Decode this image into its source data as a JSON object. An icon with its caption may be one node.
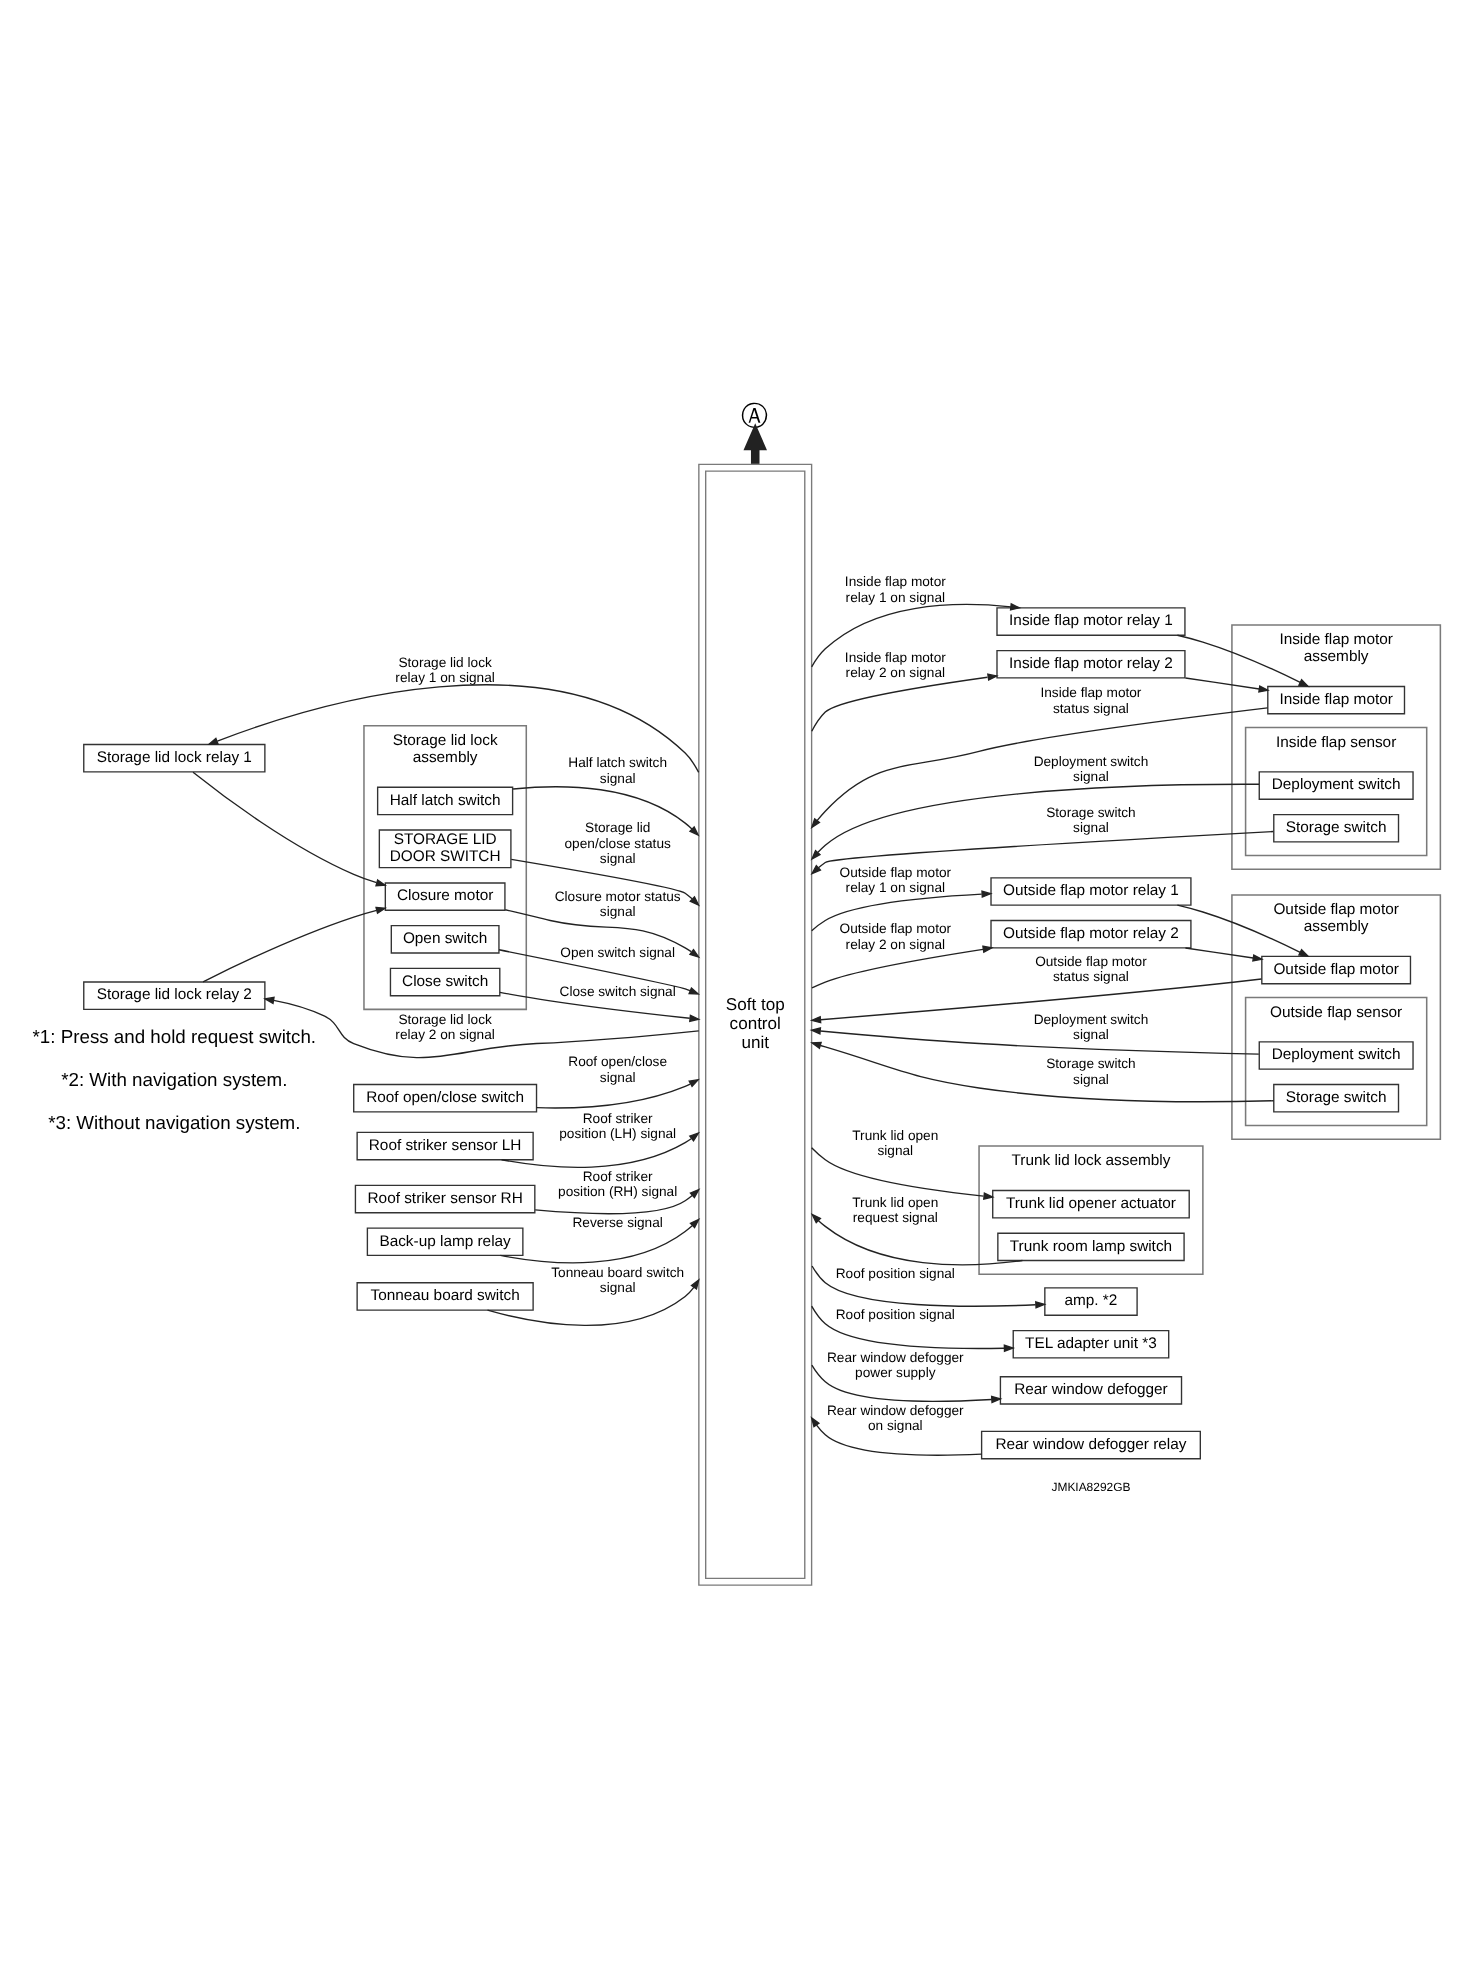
{
  "diagram": {
    "nodes": [
      {
        "text": [
          "Ⓐ"
        ]
      },
      {
        "text": [
          "Soft top control unit"
        ]
      },
      {
        "text": [
          "Storage lid lock relay 1"
        ]
      },
      {
        "text": [
          "Storage lid lock relay 2"
        ]
      },
      {
        "text": [
          "Storage lid lock assembly"
        ]
      },
      {
        "text": [
          "Closure motor"
        ],
        "in": 4
      },
      {
        "text": [
          "Open switch"
        ],
        "in": 4
      },
      {
        "text": [
          "Close switch"
        ],
        "in": 4
      },
      {
        "text": [
          "Half latch switch"
        ],
        "in": 4
      },
      {
        "text": [
          "STORAGE LID DOOR SWITCH"
        ],
        "in": 4
      },
      {
        "text": [
          "Roof open/close switch"
        ]
      },
      {
        "text": [
          "Roof striker sensor LH"
        ]
      },
      {
        "text": [
          "Roof striker sensor RH"
        ]
      },
      {
        "text": [
          "Back-up lamp relay"
        ]
      },
      {
        "text": [
          "Tonneau board switch"
        ]
      },
      {
        "text": [
          "Inside flap motor relay 1"
        ]
      },
      {
        "text": [
          "Inside flap motor relay 2"
        ]
      },
      {
        "text": [
          "Inside flap motor assembly"
        ]
      },
      {
        "text": [
          "Inside flap motor"
        ],
        "in": 17
      },
      {
        "text": [
          "Inside flap sensor"
        ],
        "in": 17
      },
      {
        "text": [
          "Deployment switch"
        ],
        "in": 19
      },
      {
        "text": [
          "Storage switch"
        ],
        "in": 19
      },
      {
        "text": [
          "Outside flap motor relay 1"
        ]
      },
      {
        "text": [
          "Outside flap motor relay 2"
        ]
      },
      {
        "text": [
          "Outside flap motor assembly"
        ]
      },
      {
        "text": [
          "Outside flap motor"
        ],
        "in": 24
      },
      {
        "text": [
          "Outside flap sensor"
        ],
        "in": 24
      },
      {
        "text": [
          "Deployment switch"
        ],
        "in": 26
      },
      {
        "text": [
          "Storage switch"
        ],
        "in": 26
      },
      {
        "text": [
          "Trunk lid lock assembly"
        ]
      },
      {
        "text": [
          "Trunk room lamp switch"
        ],
        "in": 29
      },
      {
        "text": [
          "Trunk lid opener actuator"
        ],
        "in": 29
      },
      {
        "text": [
          "amp. *2"
        ]
      },
      {
        "text": [
          "TEL adapter unit *3"
        ]
      },
      {
        "text": [
          "Rear window defogger relay"
        ]
      },
      {
        "text": [
          "Rear window defogger"
        ]
      }
    ],
    "edges": [
      {
        "from": 1,
        "to": 0,
        "arrow": "to",
        "style": "thick"
      },
      {
        "from": 1,
        "to": 2,
        "arrow": "to",
        "label": "Storage lid lock relay 1 on signal"
      },
      {
        "from": 1,
        "to": 3,
        "arrow": "to",
        "label": "Storage lid lock relay 2 on signal"
      },
      {
        "from": 2,
        "to": 5,
        "arrow": "to"
      },
      {
        "from": 3,
        "to": 5,
        "arrow": "to"
      },
      {
        "from": 5,
        "to": 1,
        "arrow": "to",
        "label": "Closure motor status signal"
      },
      {
        "from": 6,
        "to": 1,
        "arrow": "to",
        "label": "Open switch signal"
      },
      {
        "from": 7,
        "to": 1,
        "arrow": "to",
        "label": "Close switch signal"
      },
      {
        "from": 8,
        "to": 1,
        "arrow": "to",
        "label": "Half latch switch signal"
      },
      {
        "from": 9,
        "to": 1,
        "arrow": "to",
        "label": "Storage lid open/close status signal"
      },
      {
        "from": 10,
        "to": 1,
        "arrow": "to",
        "label": "Roof open/close signal"
      },
      {
        "from": 11,
        "to": 1,
        "arrow": "to",
        "label": "Roof striker position (LH) signal"
      },
      {
        "from": 12,
        "to": 1,
        "arrow": "to",
        "label": "Roof striker position (RH) signal"
      },
      {
        "from": 13,
        "to": 1,
        "arrow": "to",
        "label": "Reverse signal"
      },
      {
        "from": 14,
        "to": 1,
        "arrow": "to",
        "label": "Tonneau board switch signal"
      },
      {
        "from": 1,
        "to": 15,
        "arrow": "to",
        "label": "Inside flap motor relay 1 on signal"
      },
      {
        "from": 1,
        "to": 16,
        "arrow": "to",
        "label": "Inside flap motor relay 2 on signal"
      },
      {
        "from": 15,
        "to": 18,
        "arrow": "to"
      },
      {
        "from": 16,
        "to": 18,
        "arrow": "to"
      },
      {
        "from": 18,
        "to": 1,
        "arrow": "to",
        "label": "Inside flap motor status signal"
      },
      {
        "from": 20,
        "to": 1,
        "arrow": "to",
        "label": "Deployment switch signal"
      },
      {
        "from": 21,
        "to": 1,
        "arrow": "to",
        "label": "Storage switch signal"
      },
      {
        "from": 1,
        "to": 22,
        "arrow": "to",
        "label": "Outside flap motor relay 1 on signal"
      },
      {
        "from": 1,
        "to": 23,
        "arrow": "to",
        "label": "Outside flap motor relay 2 on signal"
      },
      {
        "from": 22,
        "to": 25,
        "arrow": "to"
      },
      {
        "from": 23,
        "to": 25,
        "arrow": "to"
      },
      {
        "from": 25,
        "to": 1,
        "arrow": "to",
        "label": "Outside flap motor status signal"
      },
      {
        "from": 27,
        "to": 1,
        "arrow": "to",
        "label": "Deployment switch signal"
      },
      {
        "from": 28,
        "to": 1,
        "arrow": "to",
        "label": "Storage switch signal"
      },
      {
        "from": 30,
        "to": 1,
        "arrow": "to",
        "label": "Trunk lid open request signal"
      },
      {
        "from": 1,
        "to": 31,
        "arrow": "to",
        "label": "Trunk lid open signal"
      },
      {
        "from": 1,
        "to": 32,
        "arrow": "to",
        "label": "Roof position signal"
      },
      {
        "from": 1,
        "to": 33,
        "arrow": "to",
        "label": "Roof position signal"
      },
      {
        "from": 34,
        "to": 1,
        "arrow": "to",
        "label": "Rear window defogger on signal"
      },
      {
        "from": 1,
        "to": 35,
        "arrow": "to",
        "label": "Rear window defogger power supply"
      }
    ],
    "labels": [
      "*1: Press and hold request switch.",
      "*2: With navigation system.",
      "*3: Without navigation system.",
      "JMKIA8292GB"
    ]
  }
}
